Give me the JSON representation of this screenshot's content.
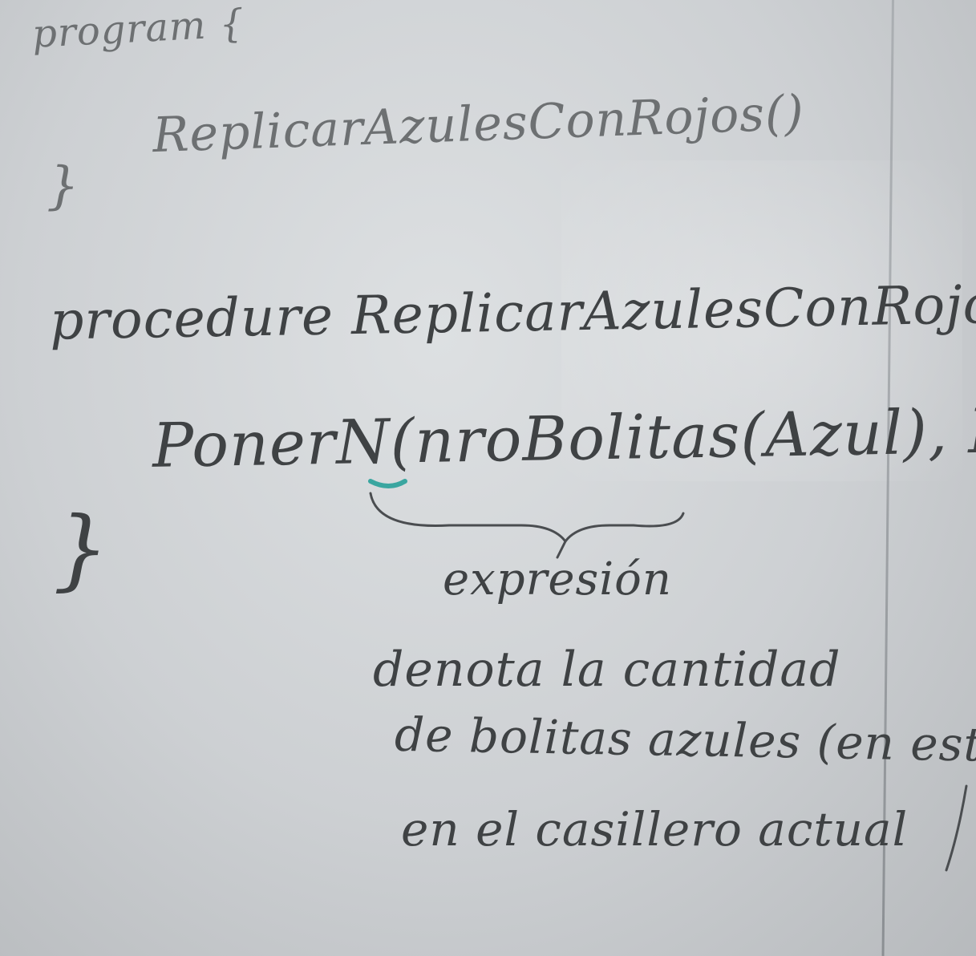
{
  "whiteboard": {
    "program_keyword": "program {",
    "program_call": "ReplicarAzulesConRojos()",
    "program_close": "}",
    "procedure_header": "procedure ReplicarAzulesConRojos() {",
    "poner_statement": "PonerN(nroBolitas(Azul), Rojo )",
    "procedure_close": "}",
    "brace_label": "expresión",
    "note_lines": [
      "denota la cantidad",
      "de bolitas azules (en este caso)",
      "en el casillero actual"
    ]
  },
  "colors": {
    "board": "#d6d8da",
    "ink_dark": "#3f4244",
    "ink_faded": "#6d7072",
    "marker_teal": "#3aa6a0"
  }
}
